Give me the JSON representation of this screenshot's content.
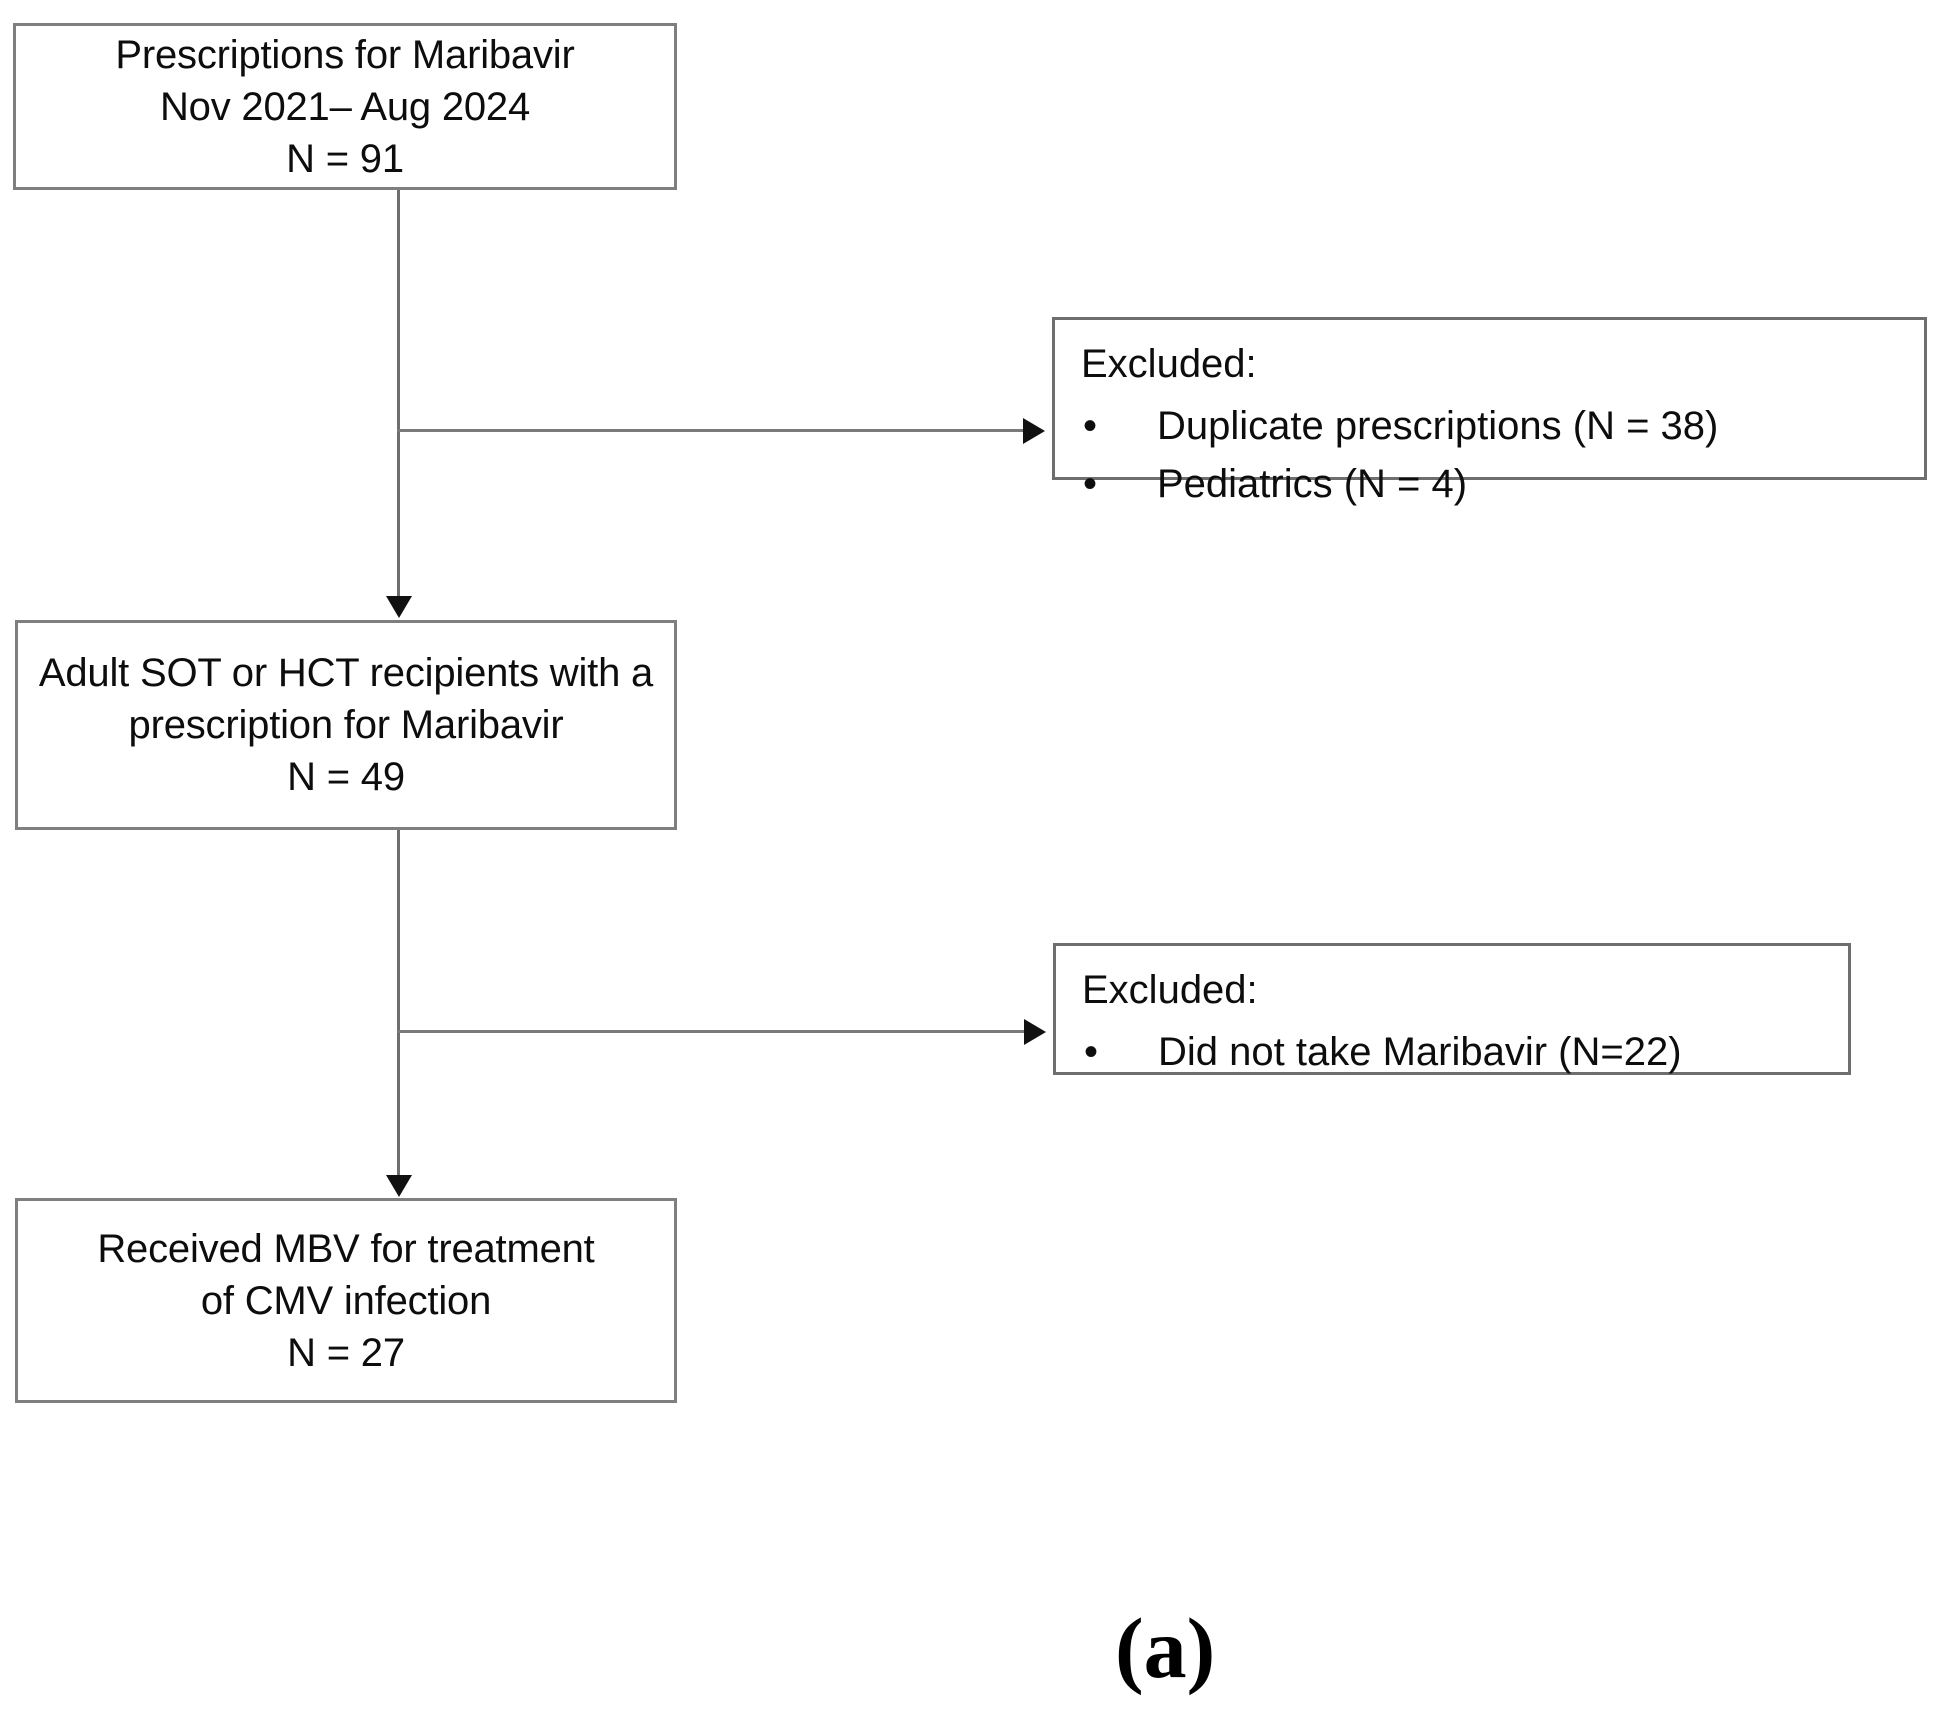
{
  "figure": {
    "caption": "(a)",
    "colors": {
      "box_border": "#7f7f7f",
      "connector": "#7a7a7a",
      "arrowhead": "#111111",
      "text": "#0d0d0d",
      "background": "#ffffff"
    }
  },
  "nodes": [
    {
      "id": "prescriptions",
      "lines": [
        "Prescriptions for Maribavir",
        "Nov 2021– Aug 2024",
        "N = 91"
      ]
    },
    {
      "id": "adult-recipients",
      "lines": [
        "Adult SOT or HCT recipients with a",
        "prescription for Maribavir",
        "N = 49"
      ]
    },
    {
      "id": "received-mbv",
      "lines": [
        "Received MBV for treatment",
        "of CMV infection",
        "N = 27"
      ]
    }
  ],
  "exclusions": [
    {
      "id": "exclusion-1",
      "title": "Excluded:",
      "bullet_glyph": "•",
      "items": [
        "Duplicate prescriptions (N = 38)",
        "Pediatrics (N = 4)"
      ]
    },
    {
      "id": "exclusion-2",
      "title": "Excluded:",
      "bullet_glyph": "•",
      "items": [
        "Did not take Maribavir (N=22)"
      ]
    }
  ],
  "connectors": [
    {
      "id": "prescriptions-to-adult",
      "kind": "vertical-arrow"
    },
    {
      "id": "prescriptions-to-exclusion-1",
      "kind": "horizontal-arrow"
    },
    {
      "id": "adult-to-received",
      "kind": "vertical-arrow"
    },
    {
      "id": "adult-to-exclusion-2",
      "kind": "horizontal-arrow"
    }
  ]
}
